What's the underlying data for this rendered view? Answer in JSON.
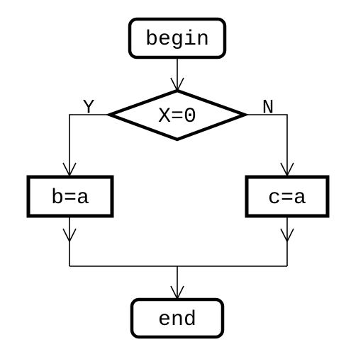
{
  "flowchart": {
    "start": {
      "label": "begin"
    },
    "decision": {
      "label": "X=0"
    },
    "yes_branch": {
      "label": "Y",
      "process": "b=a"
    },
    "no_branch": {
      "label": "N",
      "process": "c=a"
    },
    "end": {
      "label": "end"
    },
    "colors": {
      "stroke": "#000000",
      "fill": "#ffffff"
    }
  }
}
